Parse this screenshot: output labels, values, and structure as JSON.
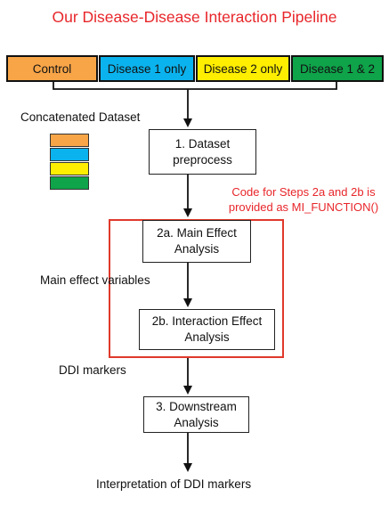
{
  "title": "Our Disease-Disease Interaction Pipeline",
  "groups": [
    {
      "label": "Control",
      "color": "#f8a548"
    },
    {
      "label": "Disease 1 only",
      "color": "#0bb3ee"
    },
    {
      "label": "Disease 2 only",
      "color": "#ffee00"
    },
    {
      "label": "Disease 1 & 2",
      "color": "#0fa34a"
    }
  ],
  "concat_label": "Concatenated Dataset",
  "steps": {
    "s1": {
      "line1": "1. Dataset",
      "line2": "preprocess"
    },
    "s2a": {
      "line1": "2a. Main Effect",
      "line2": "Analysis"
    },
    "s2b": {
      "line1": "2b. Interaction Effect",
      "line2": "Analysis"
    },
    "s3": {
      "line1": "3. Downstream",
      "line2": "Analysis"
    }
  },
  "note": {
    "line1": "Code for Steps 2a and 2b is",
    "line2": "provided as MI_FUNCTION()"
  },
  "main_effect_label": "Main effect variables",
  "ddi_label": "DDI markers",
  "final_label": "Interpretation of DDI markers",
  "colors": {
    "accent": "#e8262a",
    "frame": "#e0392b"
  }
}
